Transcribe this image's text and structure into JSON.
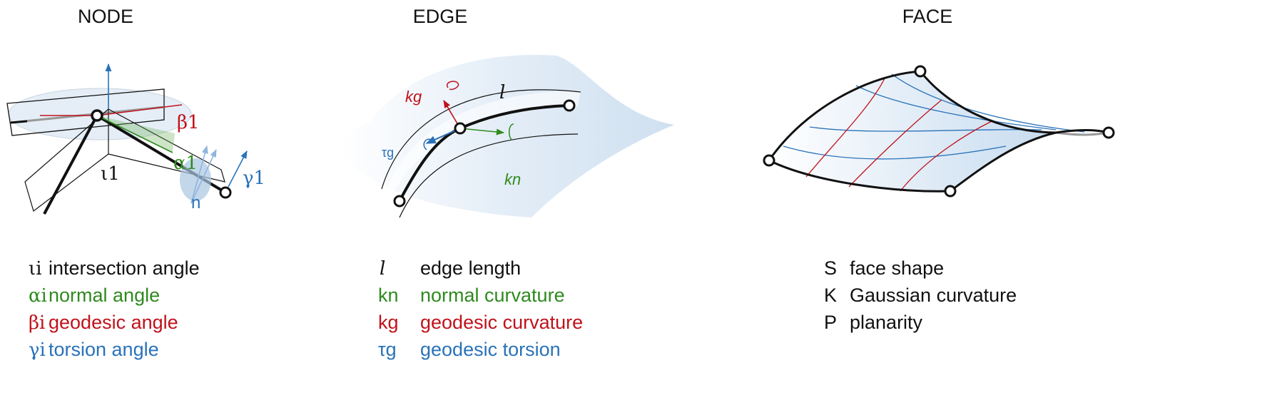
{
  "colors": {
    "black": "#111111",
    "green": "#2f8a1f",
    "red": "#c0121b",
    "blue": "#2a72b8",
    "surface": "#dbe8f4"
  },
  "node": {
    "title": "NODE",
    "labels": {
      "beta": "β1",
      "alpha": "α1",
      "iota": "ι1",
      "gamma": "γ1",
      "n": "n"
    },
    "legend": [
      {
        "symbol": "ιi",
        "text": "intersection angle",
        "color": "black"
      },
      {
        "symbol": "αi",
        "text": "normal angle",
        "color": "green"
      },
      {
        "symbol": "βi",
        "text": "geodesic angle",
        "color": "red"
      },
      {
        "symbol": "γi",
        "text": "torsion angle",
        "color": "blue"
      }
    ]
  },
  "edge": {
    "title": "EDGE",
    "labels": {
      "kg": "kg",
      "l": "l",
      "tau": "τg",
      "kn": "kn"
    },
    "legend": [
      {
        "symbol": "l",
        "text": "edge length",
        "color": "black"
      },
      {
        "symbol": "kn",
        "text": "normal curvature",
        "color": "green"
      },
      {
        "symbol": "kg",
        "text": "geodesic curvature",
        "color": "red"
      },
      {
        "symbol": "τg",
        "text": "geodesic torsion",
        "color": "blue"
      }
    ]
  },
  "face": {
    "title": "FACE",
    "legend": [
      {
        "symbol": "S",
        "text": "face shape",
        "color": "black"
      },
      {
        "symbol": "K",
        "text": "Gaussian curvature",
        "color": "black"
      },
      {
        "symbol": "P",
        "text": "planarity",
        "color": "black"
      }
    ]
  }
}
